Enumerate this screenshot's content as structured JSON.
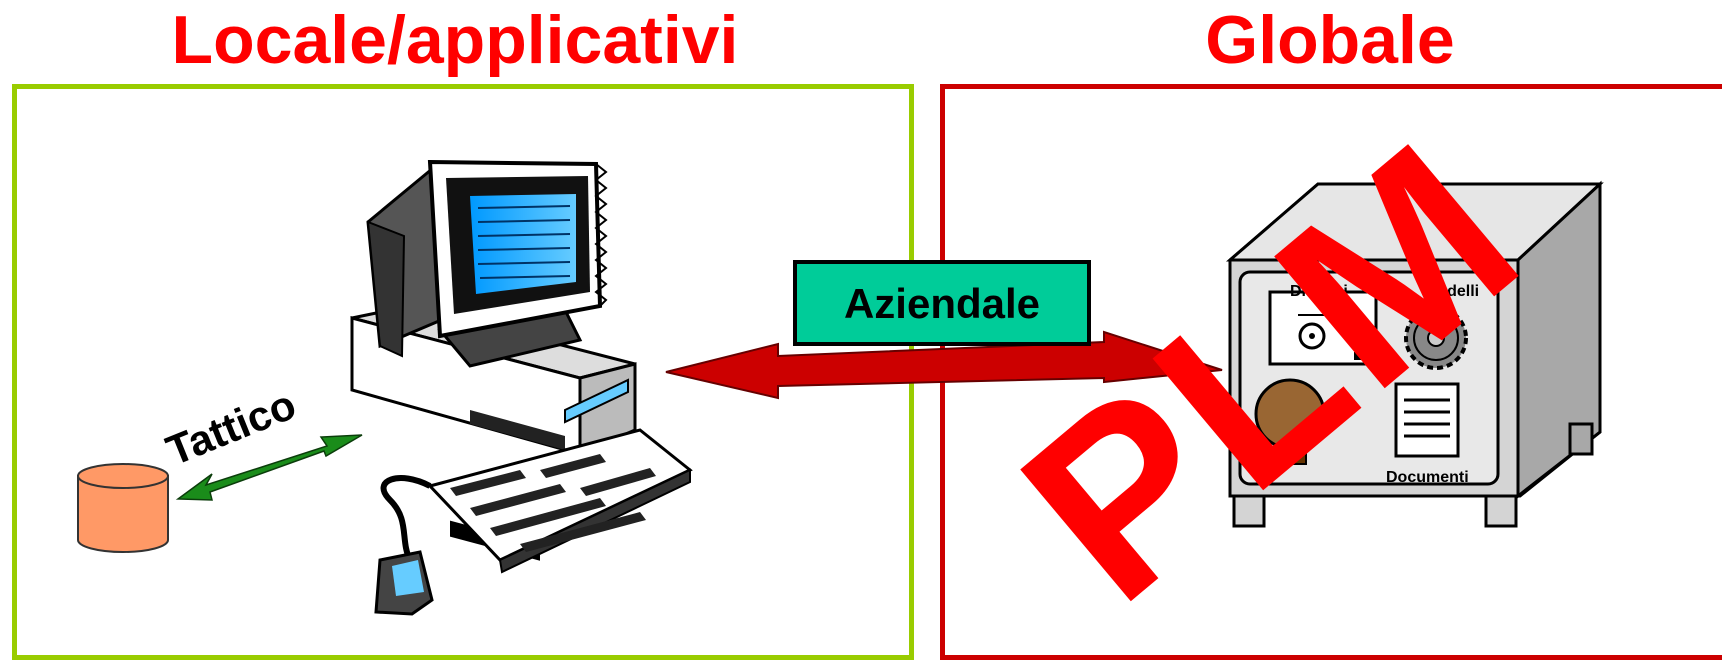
{
  "colors": {
    "heading": "#ff0000",
    "local_border": "#99cc00",
    "global_border": "#cc0000",
    "badge_fill": "#00cc99",
    "plm": "#ff0000",
    "tactical_arrow": "#1a8c1a",
    "enterprise_arrow": "#cc0000",
    "database": "#ff9966"
  },
  "headings": {
    "local": "Locale/applicativi",
    "global": "Globale"
  },
  "labels": {
    "tactical": "Tattico",
    "enterprise": "Aziendale",
    "plm": "PLM"
  },
  "vault": {
    "drawings": "Disegni",
    "models": "Modelli",
    "documents": "Documenti"
  },
  "icons": {
    "computer": "computer-icon",
    "database": "database-icon",
    "vault": "vault-safe-icon",
    "gear": "gear-icon",
    "document": "document-icon"
  }
}
